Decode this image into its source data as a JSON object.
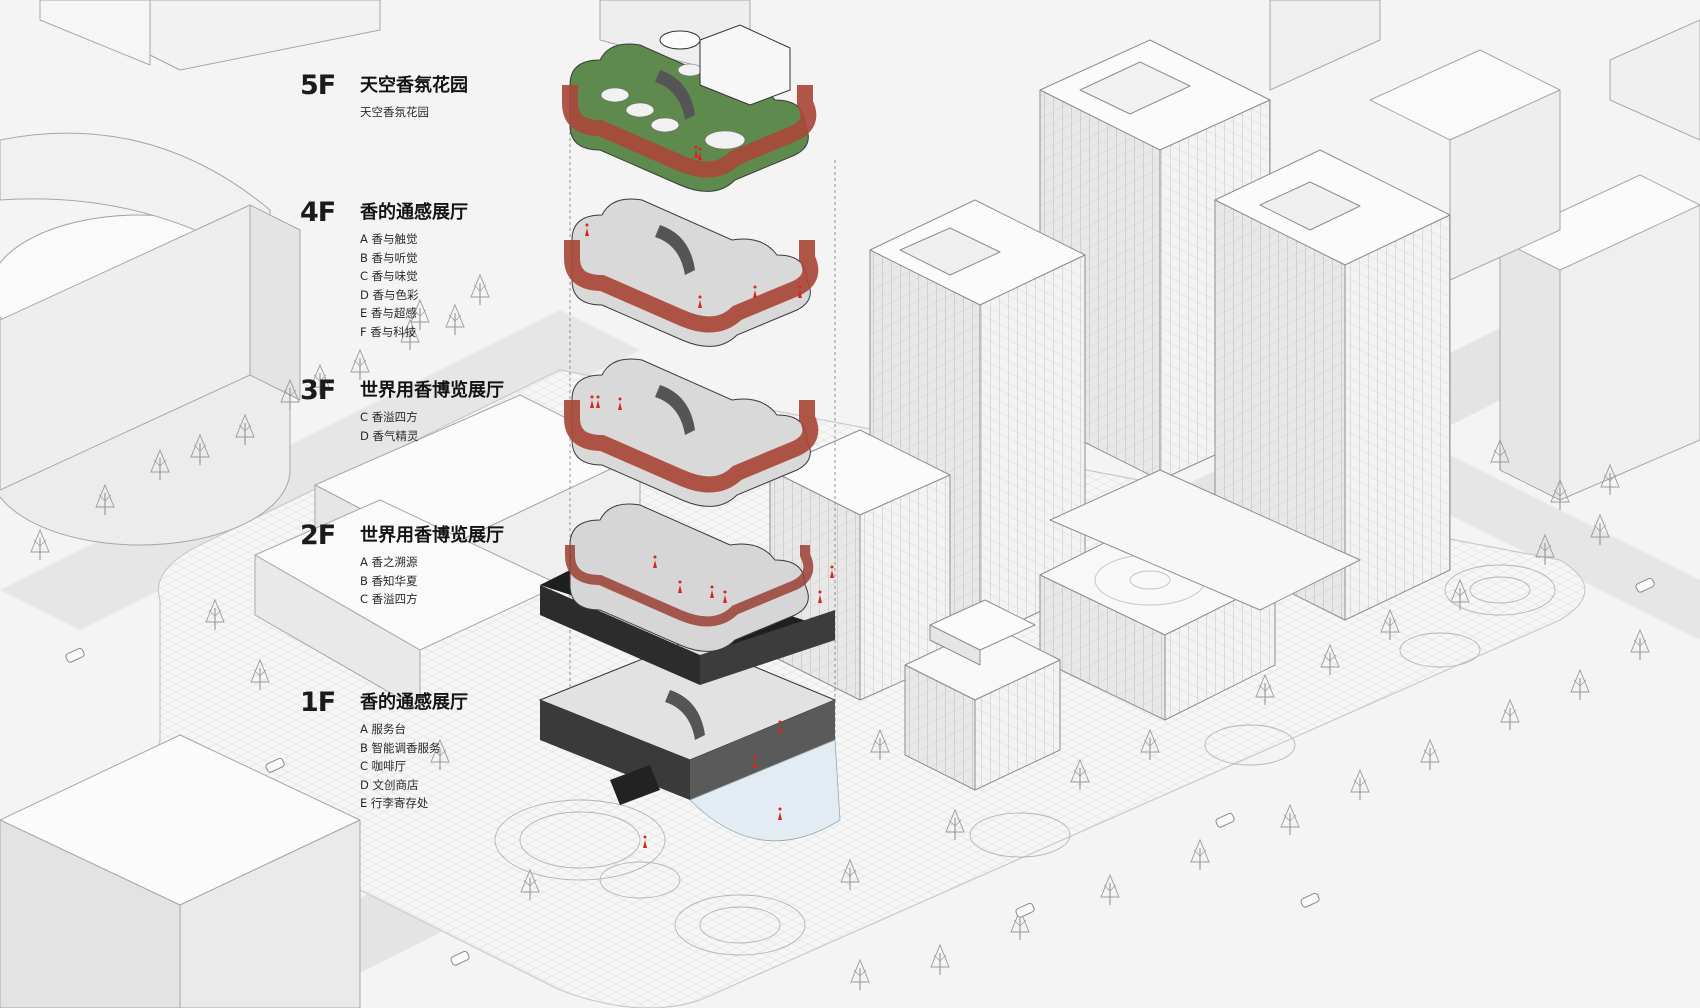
{
  "floors": [
    {
      "code": "5F",
      "title": "天空香氛花园",
      "items": [
        "天空香氛花园"
      ]
    },
    {
      "code": "4F",
      "title": "香的通感展厅",
      "items": [
        "A 香与触觉",
        "B 香与听觉",
        "C 香与味觉",
        "D 香与色彩",
        "E 香与超感",
        "F 香与科技"
      ]
    },
    {
      "code": "3F",
      "title": "世界用香博览展厅",
      "items": [
        "C 香溢四方",
        "D 香气精灵"
      ]
    },
    {
      "code": "2F",
      "title": "世界用香博览展厅",
      "items": [
        "A 香之溯源",
        "B 香知华夏",
        "C 香溢四方"
      ]
    },
    {
      "code": "1F",
      "title": "香的通感展厅",
      "items": [
        "A  服务台",
        "B  智能调香服务",
        "C 咖啡厅",
        "D 文创商店",
        "E 行李寄存处"
      ]
    }
  ],
  "colors": {
    "background": "#f4f4f4",
    "ground": "#ededed",
    "road": "#e2e2e2",
    "building_top": "#fbfbfb",
    "building_left": "#e9e9e9",
    "building_right": "#f2f2f2",
    "line": "#9a9a9a",
    "brick": "#a9483a",
    "brick_dark": "#7e3226",
    "interior": "#d9d9d9",
    "garden": "#5f8a4e",
    "accent_red": "#d7261e",
    "text": "#141414"
  },
  "icons": [
    "tree-icon",
    "car-icon",
    "person-icon"
  ]
}
